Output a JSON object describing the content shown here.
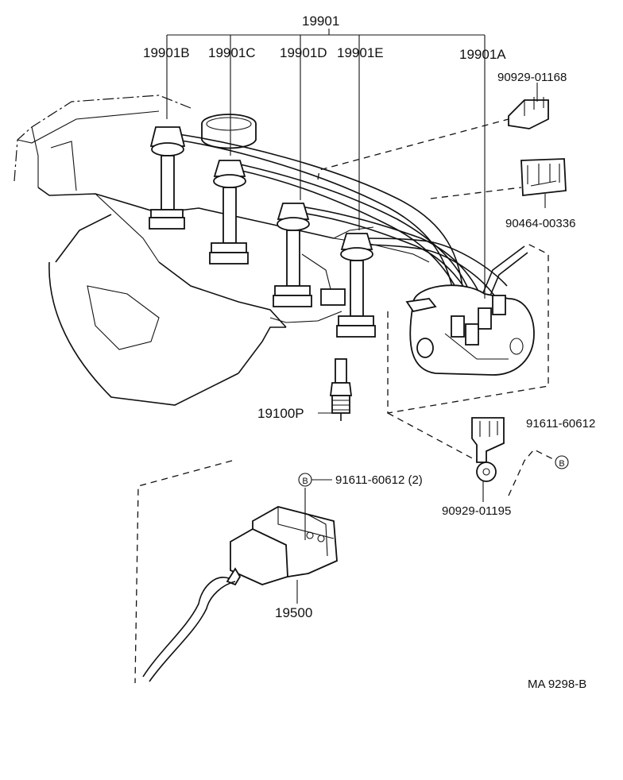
{
  "labels": {
    "wire_set": "19901",
    "wire_b": "19901B",
    "wire_c": "19901C",
    "wire_d": "19901D",
    "wire_e": "19901E",
    "wire_a": "19901A",
    "clamp_top": "90929-01168",
    "clamp_mid": "90464-00336",
    "spark_plug": "19100P",
    "bolt_right": "91611-60612",
    "bolt_b_marker": "B",
    "bracket_bottom": "90929-01195",
    "bolt_coil": "91611-60612 (2)",
    "bolt_coil_marker": "B",
    "ignition_coil": "19500",
    "figure_code": "MA 9298-B"
  }
}
